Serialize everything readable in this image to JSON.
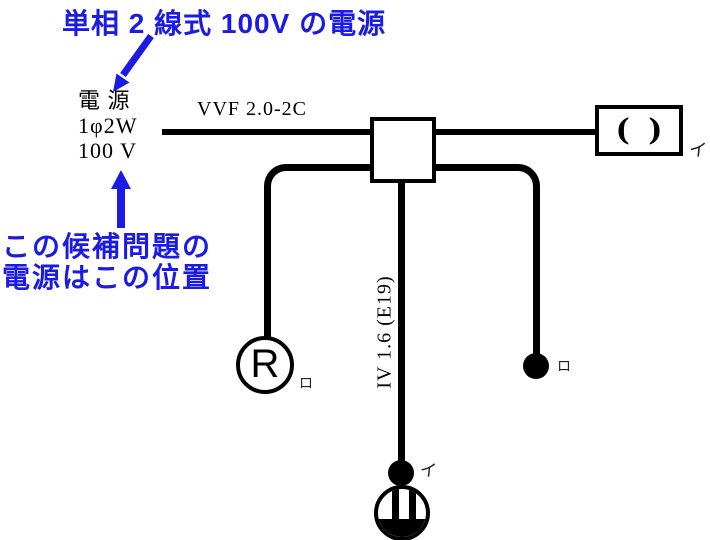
{
  "colors": {
    "annotation_blue": "#1b1be3",
    "line_black": "#000000",
    "background": "#ffffff"
  },
  "annotations": {
    "title": "単相 2 線式 100V の電源",
    "note_line1": "この候補問題の",
    "note_line2": "電源はこの位置"
  },
  "power_source": {
    "name": "電 源",
    "phase": "1φ2W",
    "voltage": "100 V"
  },
  "cables": {
    "vvf_label": "VVF 2.0-2C",
    "iv_label": "IV 1.6 (E19)"
  },
  "devices": {
    "ceiling_light": {
      "symbol": "( )",
      "label": "イ"
    },
    "lamp_receptacle": {
      "symbol": "R",
      "label": "ロ"
    },
    "switch_right": {
      "label": "ロ"
    },
    "switch_bottom": {
      "label": "イ"
    }
  }
}
